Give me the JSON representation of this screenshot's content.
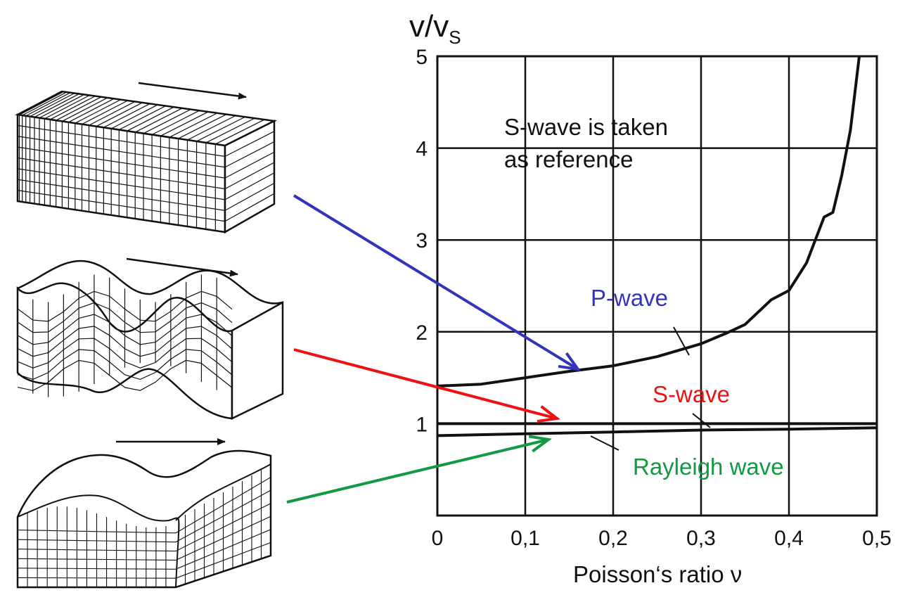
{
  "chart_data": {
    "type": "line",
    "xlabel": "Poisson‘s ratio ν",
    "ylabel": "v/v",
    "ylabel_sub": "S",
    "x_ticks": [
      "0",
      "0,1",
      "0,2",
      "0,3",
      "0,4",
      "0,5"
    ],
    "y_ticks": [
      "1",
      "2",
      "3",
      "4",
      "5"
    ],
    "xlim": [
      0,
      0.5
    ],
    "ylim": [
      0,
      5
    ],
    "grid": true,
    "annotation_line1": "S-wave is taken",
    "annotation_line2": "as reference",
    "series": [
      {
        "name": "P-wave",
        "color": "#3333bb",
        "x": [
          0,
          0.05,
          0.1,
          0.15,
          0.2,
          0.25,
          0.3,
          0.33,
          0.35,
          0.38,
          0.4,
          0.42,
          0.44,
          0.45,
          0.46,
          0.47,
          0.48
        ],
        "y": [
          1.41,
          1.43,
          1.5,
          1.57,
          1.63,
          1.73,
          1.87,
          1.99,
          2.08,
          2.35,
          2.45,
          2.75,
          3.25,
          3.3,
          3.7,
          4.2,
          5.0
        ]
      },
      {
        "name": "S-wave",
        "color": "#ee1111",
        "x": [
          0,
          0.1,
          0.2,
          0.3,
          0.4,
          0.5
        ],
        "y": [
          1.0,
          1.0,
          1.0,
          1.0,
          1.0,
          1.0
        ]
      },
      {
        "name": "Rayleigh wave",
        "color": "#119944",
        "x": [
          0,
          0.1,
          0.2,
          0.3,
          0.4,
          0.5
        ],
        "y": [
          0.87,
          0.89,
          0.91,
          0.93,
          0.94,
          0.955
        ]
      }
    ]
  }
}
